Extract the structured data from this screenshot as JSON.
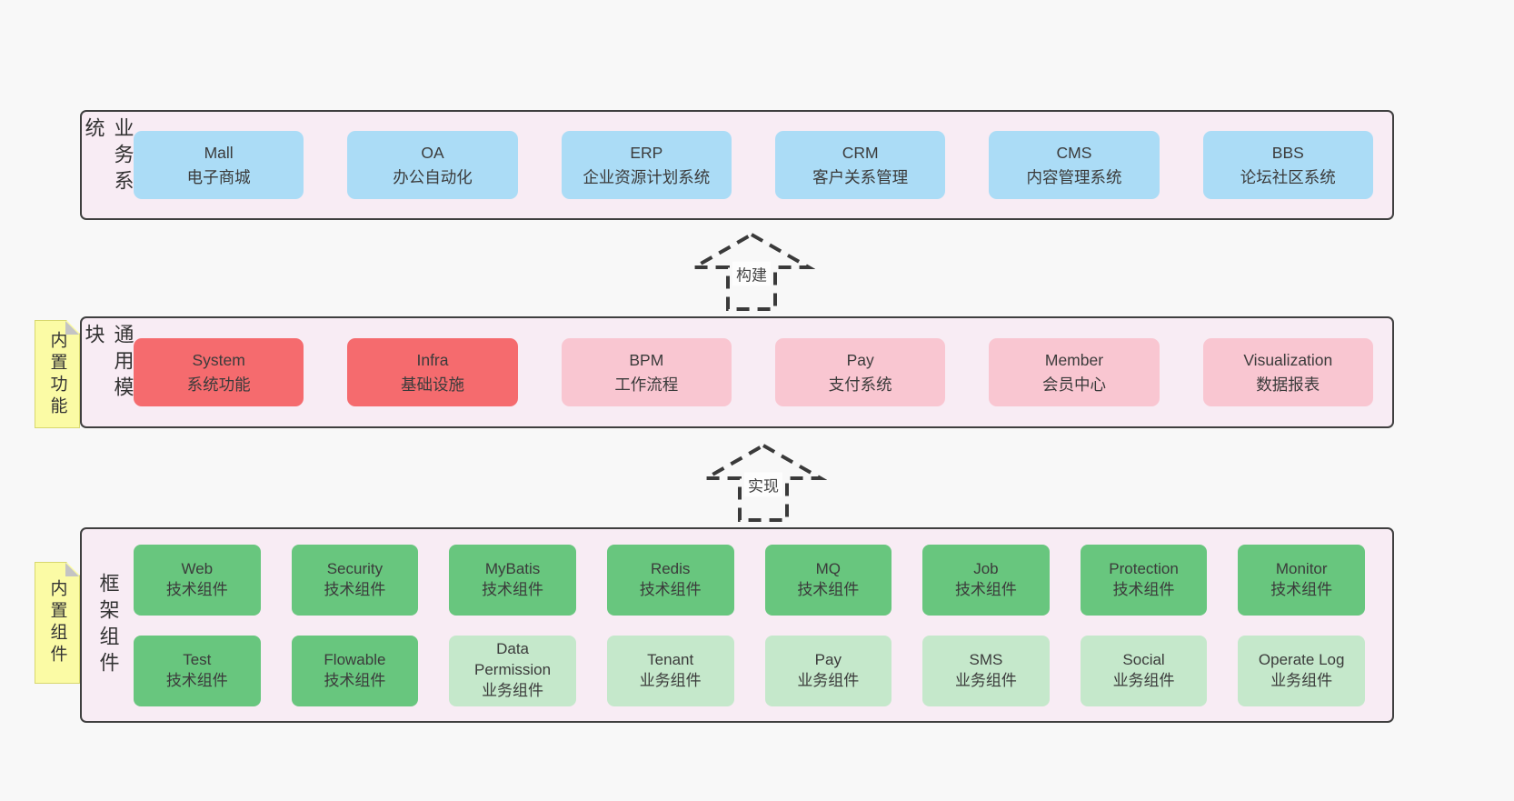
{
  "layers": {
    "business": {
      "label": "业务系统",
      "boxes": [
        {
          "title": "Mall",
          "subtitle": "电子商城"
        },
        {
          "title": "OA",
          "subtitle": "办公自动化"
        },
        {
          "title": "ERP",
          "subtitle": "企业资源计划系统"
        },
        {
          "title": "CRM",
          "subtitle": "客户关系管理"
        },
        {
          "title": "CMS",
          "subtitle": "内容管理系统"
        },
        {
          "title": "BBS",
          "subtitle": "论坛社区系统"
        }
      ]
    },
    "common": {
      "label": "通用模块",
      "note": "内置功能",
      "boxes": [
        {
          "title": "System",
          "subtitle": "系统功能"
        },
        {
          "title": "Infra",
          "subtitle": "基础设施"
        },
        {
          "title": "BPM",
          "subtitle": "工作流程"
        },
        {
          "title": "Pay",
          "subtitle": "支付系统"
        },
        {
          "title": "Member",
          "subtitle": "会员中心"
        },
        {
          "title": "Visualization",
          "subtitle": "数据报表"
        }
      ]
    },
    "framework": {
      "label": "框架组件",
      "note": "内置组件",
      "row1": [
        {
          "title": "Web",
          "subtitle": "技术组件"
        },
        {
          "title": "Security",
          "subtitle": "技术组件"
        },
        {
          "title": "MyBatis",
          "subtitle": "技术组件"
        },
        {
          "title": "Redis",
          "subtitle": "技术组件"
        },
        {
          "title": "MQ",
          "subtitle": "技术组件"
        },
        {
          "title": "Job",
          "subtitle": "技术组件"
        },
        {
          "title": "Protection",
          "subtitle": "技术组件"
        },
        {
          "title": "Monitor",
          "subtitle": "技术组件"
        }
      ],
      "row2": [
        {
          "title": "Test",
          "subtitle": "技术组件"
        },
        {
          "title": "Flowable",
          "subtitle": "技术组件"
        },
        {
          "title": "Data Permission",
          "subtitle": "业务组件"
        },
        {
          "title": "Tenant",
          "subtitle": "业务组件"
        },
        {
          "title": "Pay",
          "subtitle": "业务组件"
        },
        {
          "title": "SMS",
          "subtitle": "业务组件"
        },
        {
          "title": "Social",
          "subtitle": "业务组件"
        },
        {
          "title": "Operate Log",
          "subtitle": "业务组件"
        }
      ]
    }
  },
  "arrows": {
    "build": {
      "label": "构建"
    },
    "implement": {
      "label": "实现"
    }
  },
  "colors": {
    "page_bg": "#f8f8f8",
    "layer_bg": "#f8ecf4",
    "layer_border": "#3f3f3f",
    "blue_box": "#abdcf6",
    "red_box": "#f56b6e",
    "pink_box": "#f9c6d1",
    "green_dark_box": "#68c67e",
    "green_light_box": "#c5e8cb",
    "note_bg": "#fbfba5",
    "note_border": "#d8d86e",
    "note_fold": "#c4c4c4",
    "text": "#3b3b3b"
  }
}
